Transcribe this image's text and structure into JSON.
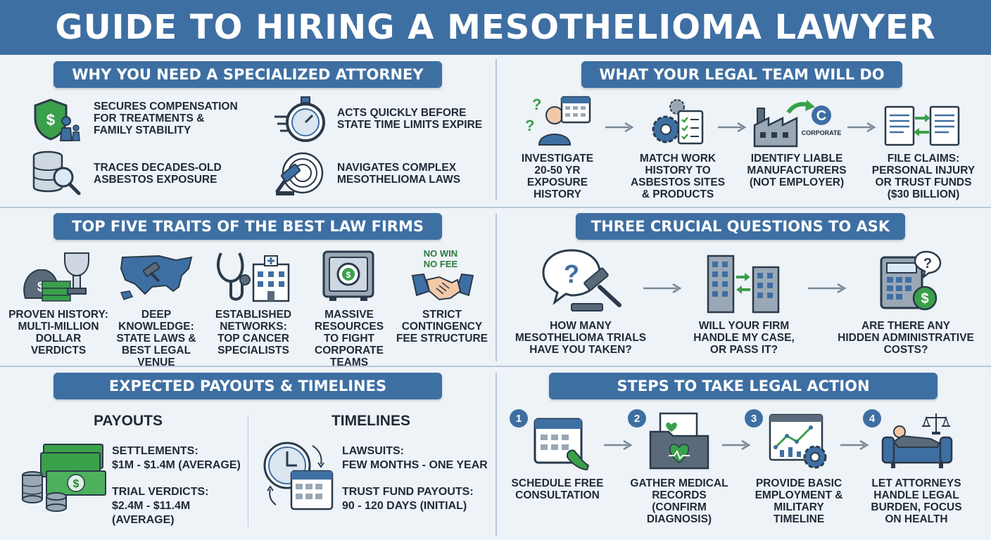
{
  "title": "GUIDE TO HIRING A MESOTHELIOMA LAWYER",
  "colors": {
    "primary": "#3e6fa3",
    "accent_green": "#3aa04a",
    "text": "#1f2a36",
    "background": "#eef3f8"
  },
  "why": {
    "heading": "WHY YOU NEED A SPECIALIZED ATTORNEY",
    "items": [
      {
        "icon": "shield-family-icon",
        "text": "SECURES COMPENSATION\nFOR TREATMENTS &\nFAMILY STABILITY"
      },
      {
        "icon": "stopwatch-icon",
        "text": "ACTS QUICKLY BEFORE\nSTATE TIME LIMITS EXPIRE"
      },
      {
        "icon": "database-search-icon",
        "text": "TRACES DECADES-OLD\nASBESTOS EXPOSURE"
      },
      {
        "icon": "gavel-maze-icon",
        "text": "NAVIGATES COMPLEX\nMESOTHELIOMA LAWS"
      }
    ]
  },
  "legal_team": {
    "heading": "WHAT YOUR LEGAL TEAM WILL DO",
    "steps": [
      {
        "icon": "investigator-calendar-icon",
        "text": "INVESTIGATE\n20-50 YR\nEXPOSURE\nHISTORY"
      },
      {
        "icon": "gear-checklist-icon",
        "text": "MATCH WORK\nHISTORY TO\nASBESTOS SITES\n& PRODUCTS"
      },
      {
        "icon": "factory-corporate-icon",
        "text": "IDENTIFY LIABLE\nMANUFACTURERS\n(NOT EMPLOYER)",
        "corporate_label": "CORPORATE"
      },
      {
        "icon": "documents-exchange-icon",
        "text": "FILE CLAIMS:\nPERSONAL INJURY\nOR TRUST FUNDS\n($30 BILLION)"
      }
    ]
  },
  "traits": {
    "heading": "TOP FIVE TRAITS OF THE BEST LAW FIRMS",
    "items": [
      {
        "icon": "money-trophy-icon",
        "text": "PROVEN HISTORY:\nMULTI-MILLION\nDOLLAR\nVERDICTS"
      },
      {
        "icon": "us-map-gavel-icon",
        "text": "DEEP\nKNOWLEDGE:\nSTATE LAWS &\nBEST LEGAL VENUE"
      },
      {
        "icon": "stethoscope-hospital-icon",
        "text": "ESTABLISHED\nNETWORKS:\nTOP CANCER\nSPECIALISTS"
      },
      {
        "icon": "safe-icon",
        "text": "MASSIVE\nRESOURCES\nTO FIGHT\nCORPORATE TEAMS"
      },
      {
        "icon": "handshake-icon",
        "text": "STRICT\nCONTINGENCY\nFEE STRUCTURE",
        "badge": "NO WIN\nNO FEE"
      }
    ]
  },
  "questions": {
    "heading": "THREE CRUCIAL QUESTIONS TO ASK",
    "items": [
      {
        "icon": "question-gavel-icon",
        "text": "HOW MANY\nMESOTHELIOMA TRIALS\nHAVE YOU TAKEN?"
      },
      {
        "icon": "buildings-transfer-icon",
        "text": "WILL YOUR FIRM\nHANDLE MY CASE,\nOR PASS IT?"
      },
      {
        "icon": "calculator-dollar-icon",
        "text": "ARE THERE ANY\nHIDDEN ADMINISTRATIVE\nCOSTS?"
      }
    ]
  },
  "payouts": {
    "heading": "EXPECTED PAYOUTS & TIMELINES",
    "payouts_title": "PAYOUTS",
    "timelines_title": "TIMELINES",
    "settlements": "SETTLEMENTS:\n$1M - $1.4M (AVERAGE)",
    "verdicts": "TRIAL VERDICTS:\n$2.4M - $11.4M\n(AVERAGE)",
    "lawsuits": "LAWSUITS:\nFEW MONTHS - ONE YEAR",
    "trust": "TRUST FUND PAYOUTS:\n90 - 120 DAYS (INITIAL)"
  },
  "steps": {
    "heading": "STEPS TO TAKE LEGAL ACTION",
    "items": [
      {
        "num": "1",
        "icon": "calendar-phone-icon",
        "text": "SCHEDULE FREE\nCONSULTATION"
      },
      {
        "num": "2",
        "icon": "medical-folder-icon",
        "text": "GATHER MEDICAL\nRECORDS\n(CONFIRM\nDIAGNOSIS)"
      },
      {
        "num": "3",
        "icon": "chart-gear-icon",
        "text": "PROVIDE BASIC\nEMPLOYMENT &\nMILITARY\nTIMELINE"
      },
      {
        "num": "4",
        "icon": "relaxing-sofa-icon",
        "text": "LET ATTORNEYS\nHANDLE LEGAL\nBURDEN, FOCUS\nON HEALTH"
      }
    ]
  }
}
